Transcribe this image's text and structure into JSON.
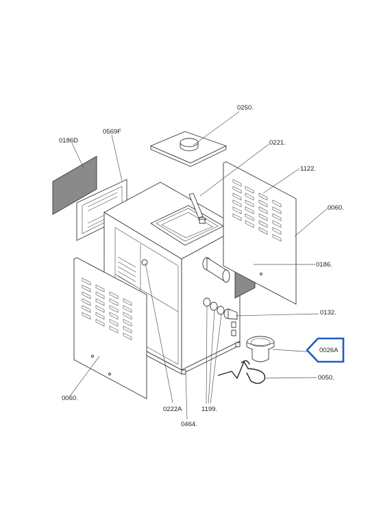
{
  "colors": {
    "callout_accent": "#1e5bc6",
    "line": "#555555",
    "gasket_fill": "#8a8a8a"
  },
  "labels": {
    "p0250": "0250.",
    "p0221": "0221.",
    "p1122": "1122.",
    "p0060_right": "0060.",
    "p0186": "0186.",
    "p0132": "0132.",
    "p0026A": "0026A",
    "p0050": "0050.",
    "p0186D": "0186D",
    "p0569F": "0569F",
    "p0060_left": "0060.",
    "p0222A": "0222A",
    "p1199": "1199.",
    "p0464": "0464."
  }
}
